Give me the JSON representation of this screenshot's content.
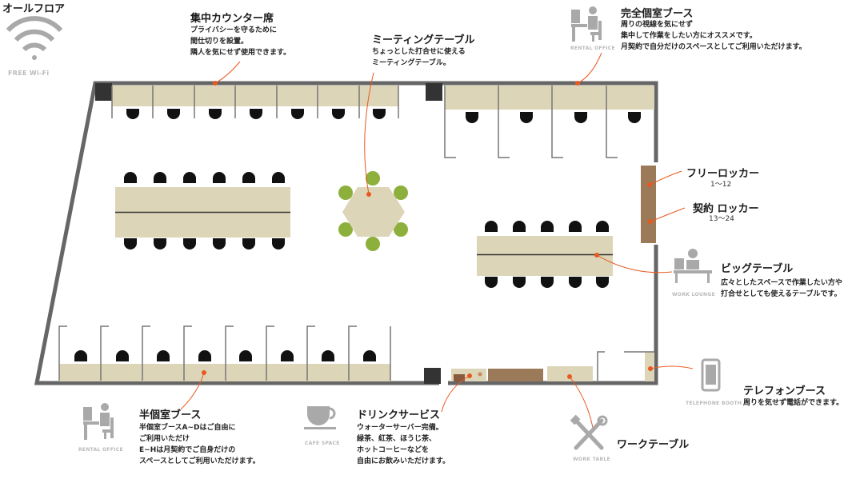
{
  "header": {
    "floor_label": "オールフロア",
    "wifi_label": "FREE Wi-Fi"
  },
  "counter": {
    "title": "集中カウンター席",
    "desc": [
      "プライバシーを守るために",
      "間仕切りを設置。",
      "隣人を気にせず使用できます。"
    ]
  },
  "meeting": {
    "title": "ミーティングテーブル",
    "desc": [
      "ちょっとした打合せに使える",
      "ミーティングテーブル。"
    ]
  },
  "private_booth": {
    "title": "完全個室ブース",
    "desc": [
      "周りの視線を気にせず",
      "集中して作業をしたい方にオススメです。",
      "月契約で自分だけのスペースとしてご利用いただけます。"
    ],
    "icon_label": "RENTAL OFFICE"
  },
  "free_locker": {
    "title": "フリーロッカー",
    "range": "1～12"
  },
  "contract_locker": {
    "title": "契約 ロッカー",
    "range": "13～24"
  },
  "big_table": {
    "title": "ビッグテーブル",
    "desc": [
      "広々としたスペースで作業したい方や",
      "打合せとしても使えるテーブルです。"
    ],
    "icon_label": "WORK LOUNGE"
  },
  "phone_booth": {
    "title": "テレフォンブース",
    "desc": "周りを気せず電話ができます。",
    "icon_label": "TELEPHONE BOOTH"
  },
  "semi_booth": {
    "title": "半個室ブース",
    "desc": [
      "半個室ブースA~Dはご自由に",
      "ご利用いただけ",
      "E~Hは月契約でご自身だけの",
      "スペースとしてご利用いただけます。"
    ],
    "icon_label": "RENTAL OFFICE"
  },
  "drink": {
    "title": "ドリンクサービス",
    "desc": [
      "ウォーターサーバー完備。",
      "緑茶、紅茶、ほうじ茶、",
      "ホットコーヒーなどを",
      "自由にお飲みいただけます。"
    ],
    "icon_label": "CAFE SPACE"
  },
  "work_table": {
    "title": "ワークテーブル",
    "icon_label": "WORK TABLE"
  },
  "colors": {
    "wall": "#666666",
    "desk": "#ddd5b8",
    "locker": "#9b7a5a",
    "chair": "#111111",
    "green_chair": "#8db03c",
    "accent": "#e8591f",
    "icon_gray": "#a9a9a9",
    "hex_table": "#ddd5b8"
  },
  "icons": [
    "wifi-icon",
    "rental-office-icon",
    "work-lounge-icon",
    "telephone-icon",
    "cafe-cup-icon",
    "tools-icon"
  ]
}
